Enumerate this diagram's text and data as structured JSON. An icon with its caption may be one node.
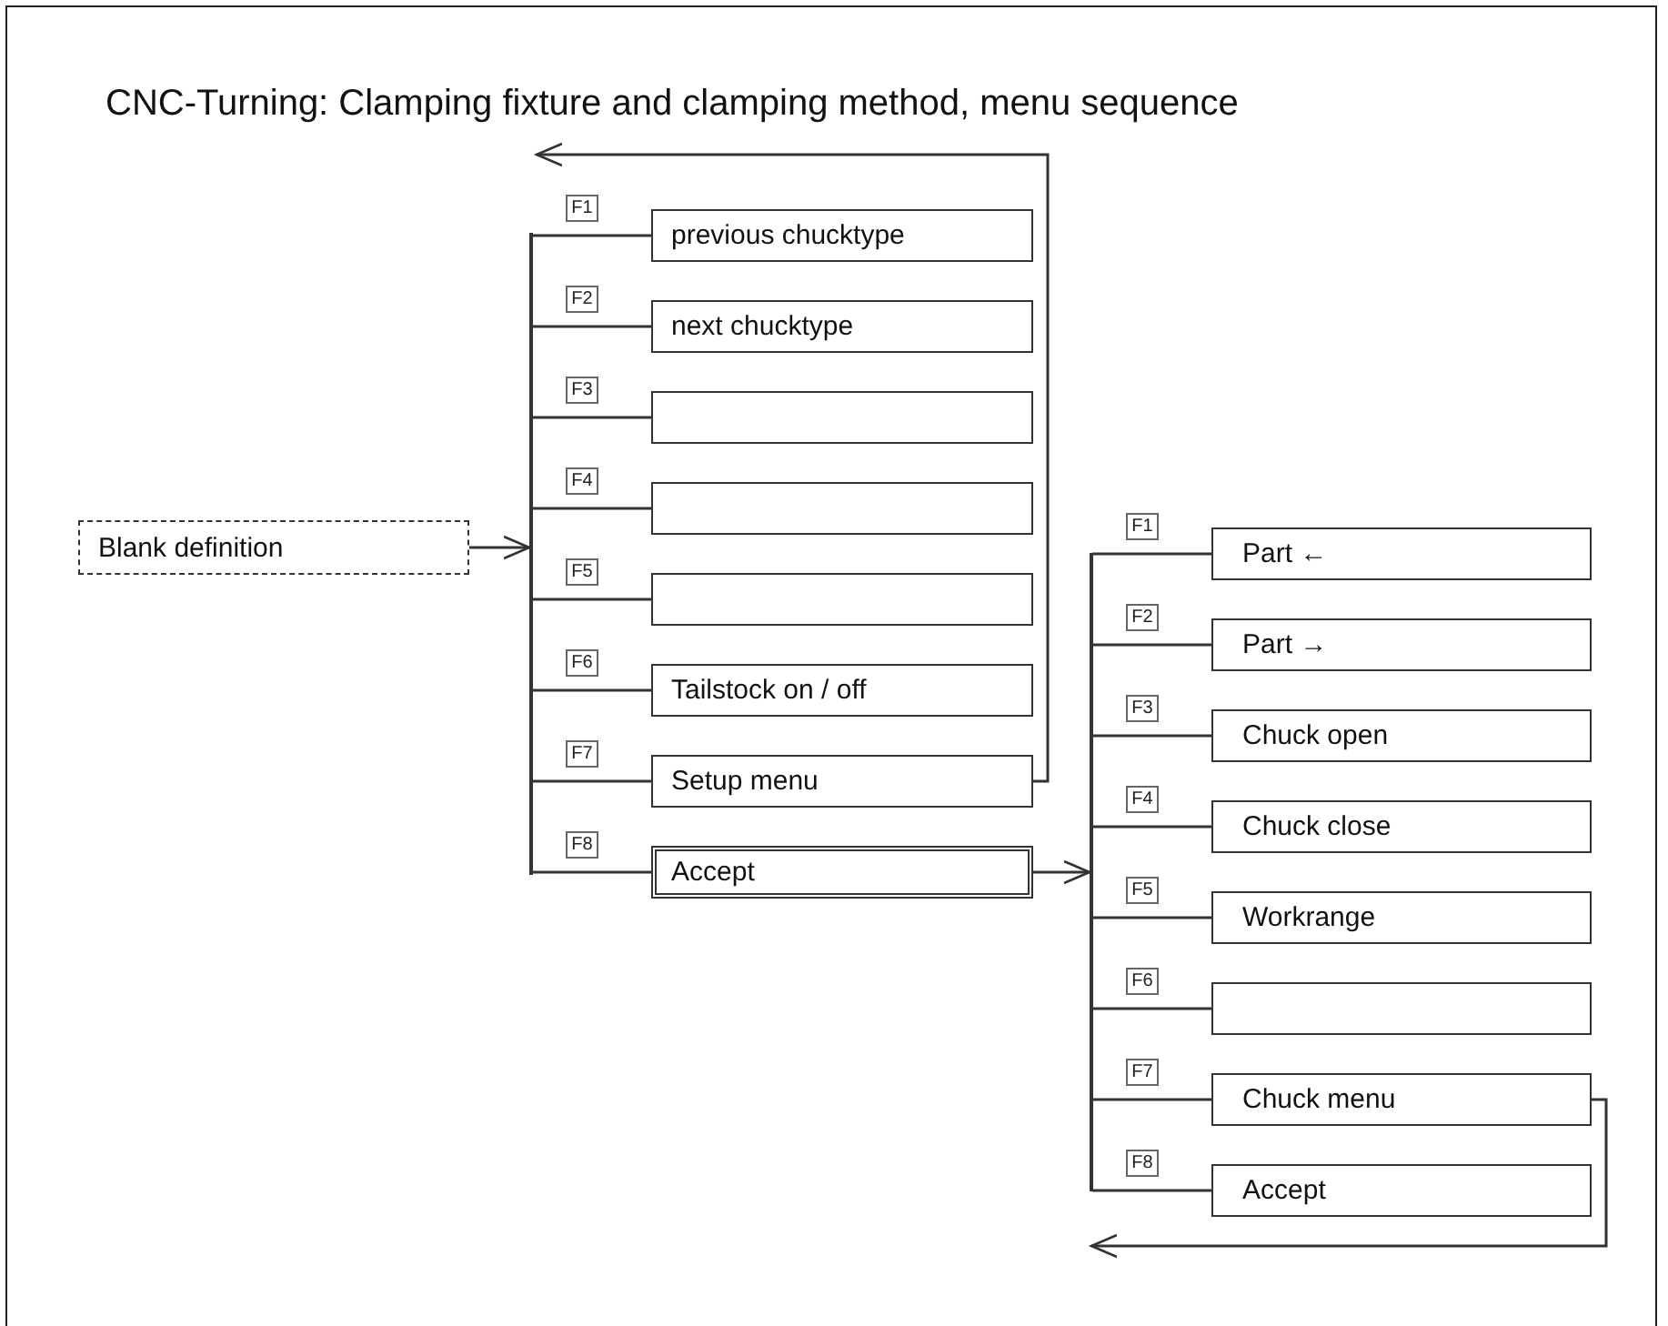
{
  "diagram": {
    "title": "CNC-Turning: Clamping fixture and clamping method, menu sequence",
    "nodes": [
      {
        "text": [
          "Blank definition"
        ]
      },
      {
        "text": [],
        "shape": "bar"
      },
      {
        "text": [
          "previous chucktype"
        ],
        "beside": [
          "F1"
        ]
      },
      {
        "text": [
          "next chucktype"
        ],
        "beside": [
          "F2"
        ]
      },
      {
        "text": [],
        "shape": "box",
        "beside": [
          "F3"
        ]
      },
      {
        "text": [],
        "shape": "box",
        "beside": [
          "F4"
        ]
      },
      {
        "text": [],
        "shape": "box",
        "beside": [
          "F5"
        ]
      },
      {
        "text": [
          "Tailstock on / off"
        ],
        "beside": [
          "F6"
        ]
      },
      {
        "text": [
          "Setup menu"
        ],
        "beside": [
          "F7"
        ]
      },
      {
        "text": [
          "Accept"
        ],
        "beside": [
          "F8"
        ]
      },
      {
        "text": [],
        "shape": "bar"
      },
      {
        "text": [
          "Part ←"
        ],
        "beside": [
          "F1"
        ]
      },
      {
        "text": [
          "Part →"
        ],
        "beside": [
          "F2"
        ]
      },
      {
        "text": [
          "Chuck open"
        ],
        "beside": [
          "F3"
        ]
      },
      {
        "text": [
          "Chuck close"
        ],
        "beside": [
          "F4"
        ]
      },
      {
        "text": [
          "Workrange"
        ],
        "beside": [
          "F5"
        ]
      },
      {
        "text": [],
        "shape": "box",
        "beside": [
          "F6"
        ]
      },
      {
        "text": [
          "Chuck menu"
        ],
        "beside": [
          "F7"
        ]
      },
      {
        "text": [
          "Accept"
        ],
        "beside": [
          "F8"
        ]
      }
    ],
    "edges": [
      {
        "from": 0,
        "to": 1,
        "arrow": "to"
      },
      {
        "from": 1,
        "to": 2,
        "arrow": "none"
      },
      {
        "from": 1,
        "to": 3,
        "arrow": "none"
      },
      {
        "from": 1,
        "to": 4,
        "arrow": "none"
      },
      {
        "from": 1,
        "to": 5,
        "arrow": "none"
      },
      {
        "from": 1,
        "to": 6,
        "arrow": "none"
      },
      {
        "from": 1,
        "to": 7,
        "arrow": "none"
      },
      {
        "from": 1,
        "to": 8,
        "arrow": "none"
      },
      {
        "from": 1,
        "to": 9,
        "arrow": "none"
      },
      {
        "from": 8,
        "to": null,
        "arrow": "to"
      },
      {
        "from": 9,
        "to": 10,
        "arrow": "to"
      },
      {
        "from": 10,
        "to": 11,
        "arrow": "none"
      },
      {
        "from": 10,
        "to": 12,
        "arrow": "none"
      },
      {
        "from": 10,
        "to": 13,
        "arrow": "none"
      },
      {
        "from": 10,
        "to": 14,
        "arrow": "none"
      },
      {
        "from": 10,
        "to": 15,
        "arrow": "none"
      },
      {
        "from": 10,
        "to": 16,
        "arrow": "none"
      },
      {
        "from": 10,
        "to": 17,
        "arrow": "none"
      },
      {
        "from": 10,
        "to": 18,
        "arrow": "none"
      },
      {
        "from": 17,
        "to": null,
        "arrow": "to"
      }
    ]
  }
}
